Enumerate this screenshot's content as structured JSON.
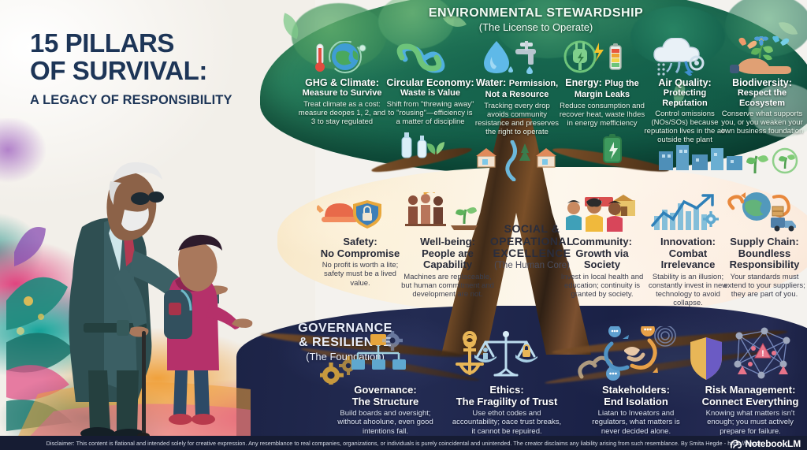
{
  "poster": {
    "title_line1": "15 PILLARS",
    "title_line2": "OF SURVIVAL:",
    "subtitle": "A LEGACY OF RESPONSIBILITY"
  },
  "sections": {
    "environmental": {
      "title": "ENVIRONMENTAL STEWARDSHIP",
      "subtitle": "(The License to Operate)"
    },
    "social": {
      "title": "SOCIAL &\nOPERATIONAL\nEXCELLENCE",
      "title_l1": "SOCIAL &",
      "title_l2": "OPERATIONAL",
      "title_l3": "EXCELLENCE",
      "subtitle": "(The Human Core)"
    },
    "governance": {
      "title_l1": "GOVERNANCE",
      "title_l2": "& RESILIENCE",
      "subtitle": "(The Foundation)"
    }
  },
  "pillars": {
    "environmental": [
      {
        "icon": "thermometer-globe-icon",
        "name": "GHG & Climate:",
        "tag": "Measure to Survive",
        "body": "Treat climate as a cost: measure deopes 1, 2, and 3 to stay regulated"
      },
      {
        "icon": "infinity-recycle-icon",
        "name": "Circular Economy:",
        "tag": "Waste is Value",
        "body": "Shift from \"threwing away\" to \"rousing\"—efficiency is a matter of discipline"
      },
      {
        "icon": "water-droplet-tap-icon",
        "name": "Water:",
        "tag": "Permission, Not a Resource",
        "body": "Tracking every drop avoids community resistance and preserves the right to operate"
      },
      {
        "icon": "plug-battery-icon",
        "name": "Energy:",
        "tag": "Plug the Margin Leaks",
        "body": "Reduce consumption and recover heat, waste lhdes in energy mefficiency"
      },
      {
        "icon": "cloud-emissions-icon",
        "name": "Air Quality:",
        "tag": "Protecting Reputation",
        "body": "Control omissions (NOs/SOs) because reputation lives in the air outside the plant"
      },
      {
        "icon": "hand-plant-butterfly-icon",
        "name": "Biodiversity:",
        "tag": "Respect the Ecosystem",
        "body": "Conserve what supports you, or you weaken your own business foundation"
      }
    ],
    "social": [
      {
        "icon": "helmet-shield-lock-icon",
        "name": "Safety:",
        "tag": "No Compromise",
        "body": "No profit is worth a lite; safety must be a lived value."
      },
      {
        "icon": "people-growth-icon",
        "name": "Well-being:",
        "tag": "People are Capability",
        "body": "Machines are replaceable, but human commitment and development are not."
      },
      {
        "icon": "community-people-icon",
        "name": "Community:",
        "tag": "Growth via Society",
        "body": "Invest in local health and education; continuity is granted by society."
      },
      {
        "icon": "innovation-chart-gear-icon",
        "name": "Innovation:",
        "tag": "Combat Irrelevance",
        "body": "Stability is an illusion; constantly invest in new technology to avoid collapse."
      },
      {
        "icon": "supply-chain-truck-icon",
        "name": "Supply Chain:",
        "tag": "Boundless Responsibility",
        "body": "Your standards must extend to your suppliers; they are part of you."
      }
    ],
    "governance": [
      {
        "icon": "org-chart-gears-icon",
        "name": "Governance:",
        "tag": "The Structure",
        "body": "Build boards and oversight; without ahoolune, even good intentions fall."
      },
      {
        "icon": "scales-anchor-icon",
        "name": "Ethics:",
        "tag": "The Fragility of Trust",
        "body": "Use ethot codes and accountability; oace trust breaks, it cannot be repuired."
      },
      {
        "icon": "stakeholder-dialogue-icon",
        "name": "Stakeholders:",
        "tag": "End Isolation",
        "body": "Liatan to Inveators and regulators, what matters is never decided alone."
      },
      {
        "icon": "shield-network-alert-icon",
        "name": "Risk Management:",
        "tag": "Connect Everything",
        "body": "Knowing what matters isn't enough; you must actively prepare for failure."
      }
    ]
  },
  "illustration": {
    "name": "elderly-man-pointing-and-boy-with-backpack",
    "figures": [
      "elderly-man-with-cane",
      "boy-with-backpack"
    ]
  },
  "footer": {
    "disclaimer": "Disclaimer: This content is flational and intended solely for creative expression. Any resemblance to real companies, organizations, or individuals is purely coincidental and unintended. The creator disclaims any liability arising from such resemblance. By Smita Hegde - https://thecor",
    "watermark": "NotebookLM",
    "watermark_icon": "notebooklm-icon"
  },
  "colors": {
    "title": "#1d3557",
    "canopy_green": "#14604a",
    "social_cream": "#fbf1dd",
    "governance_navy": "#1c2346",
    "footer_navy": "#161c33"
  }
}
